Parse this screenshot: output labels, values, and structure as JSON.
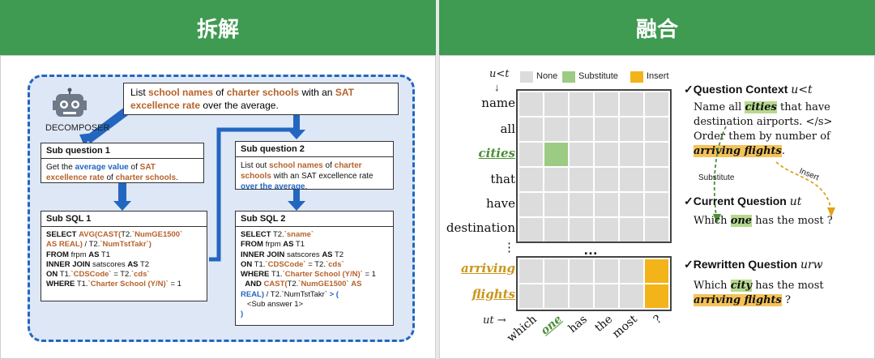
{
  "headers": {
    "left": "拆解",
    "right": "融合"
  },
  "left": {
    "question_parts": [
      "List ",
      "school names",
      " of ",
      "charter schools",
      " with an ",
      "SAT excellence rate",
      " over the average."
    ],
    "decomposer_label": "DECOMPOSER",
    "sub_q1": {
      "title": "Sub question 1",
      "parts": [
        "Get the ",
        "average value",
        " of ",
        "SAT excellence rate",
        " of ",
        "charter schools",
        "."
      ]
    },
    "sub_q2": {
      "title": "Sub question 2",
      "parts": [
        "List out ",
        "school names",
        " of ",
        "charter schools",
        " with an SAT excellence rate ",
        "over the average",
        "."
      ]
    },
    "sub_sql1": {
      "title": "Sub SQL 1"
    },
    "sub_sql2": {
      "title": "Sub SQL 2"
    }
  },
  "right": {
    "axis_y": "u<t",
    "axis_x": "ut →",
    "legend": [
      "None",
      "Substitute",
      "Insert"
    ],
    "legend_colors": {
      "none": "#dcdcdc",
      "substitute": "#9ccb84",
      "insert": "#f2b418"
    },
    "rows": [
      "name",
      "all",
      "cities",
      "that",
      "have",
      "destination",
      "⋮",
      "arriving",
      "flights"
    ],
    "cols": [
      "which",
      "one",
      "has",
      "the",
      "most",
      "?"
    ],
    "ellipsis": "…",
    "ctx_title": "✓Question Context",
    "ctx_var": "u<t",
    "ctx_text": [
      "Name all ",
      "cities",
      " that have destination airports. </s> Order them by number of ",
      "arriving flights",
      "."
    ],
    "sub_label": "Substitute",
    "ins_label": "Insert",
    "cur_title": "✓Current Question",
    "cur_var": "ut",
    "cur_text": [
      "Which ",
      "one",
      " has the most ?"
    ],
    "rew_title": "✓Rewritten Question",
    "rew_var": "urw",
    "rew_text": [
      "Which ",
      "city",
      " has the most ",
      "arriving flights",
      " ?"
    ]
  }
}
